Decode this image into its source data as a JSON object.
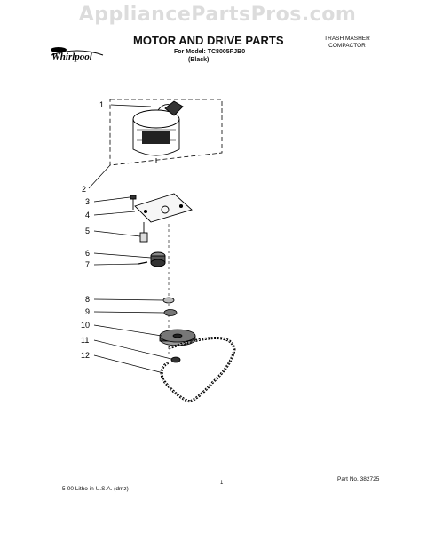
{
  "watermark": "AppliancePartsPros.com",
  "brand": {
    "logo_text": "Whirlpool"
  },
  "header": {
    "title": "MOTOR AND DRIVE PARTS",
    "model_line": "For Model: TC8005PJB0",
    "color_line": "(Black)",
    "category_line1": "TRASH MASHER",
    "category_line2": "COMPACTOR"
  },
  "callouts": [
    "1",
    "2",
    "3",
    "4",
    "5",
    "6",
    "7",
    "8",
    "9",
    "10",
    "11",
    "12"
  ],
  "footer": {
    "left": "5-00 Litho in U.S.A. (dmz)",
    "center": "1",
    "part_no": "Part No. 382725"
  }
}
